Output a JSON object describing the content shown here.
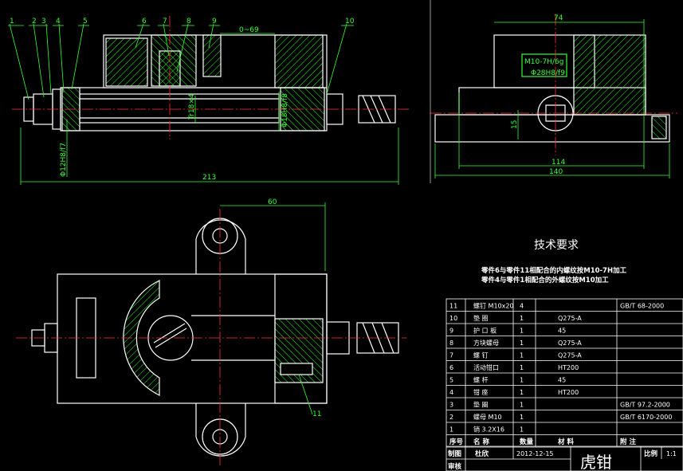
{
  "drawing": {
    "title": "虎钳",
    "balloons": [
      "1",
      "2",
      "3",
      "4",
      "5",
      "6",
      "7",
      "8",
      "9",
      "10",
      "11"
    ],
    "dims": {
      "front_overall": "213",
      "front_travel": "0~69",
      "front_fit_left": "Φ12H8/f7",
      "front_thread": "Tr18×4",
      "front_fit_right": "Φ18H8/f8",
      "side_top": "74",
      "side_thread1": "M10-7H/6g",
      "side_thread2": "Φ28H8/f9",
      "side_height": "15",
      "side_inner": "114",
      "side_overall": "140",
      "top_width": "60",
      "top_balloon": "11"
    },
    "requirements": {
      "heading": "技术要求",
      "line1": "零件6与零件11相配合的内螺纹按M10-7H加工",
      "line2": "零件4与零件1相配合的外螺纹按M10加工"
    },
    "bom": [
      {
        "no": "11",
        "name": "螺钉  M10x20",
        "qty": "4",
        "mat": "",
        "std": "GB/T  68-2000"
      },
      {
        "no": "10",
        "name": "垫    圈",
        "qty": "1",
        "mat": "Q275-A",
        "std": ""
      },
      {
        "no": "9",
        "name": "护 口 板",
        "qty": "1",
        "mat": "45",
        "std": ""
      },
      {
        "no": "8",
        "name": "方块螺母",
        "qty": "1",
        "mat": "Q275-A",
        "std": ""
      },
      {
        "no": "7",
        "name": "螺    钉",
        "qty": "1",
        "mat": "Q275-A",
        "std": ""
      },
      {
        "no": "6",
        "name": "活动钳口",
        "qty": "1",
        "mat": "HT200",
        "std": ""
      },
      {
        "no": "5",
        "name": "螺    杆",
        "qty": "1",
        "mat": "45",
        "std": ""
      },
      {
        "no": "4",
        "name": "钳    座",
        "qty": "1",
        "mat": "HT200",
        "std": ""
      },
      {
        "no": "3",
        "name": "垫    圈",
        "qty": "1",
        "mat": "",
        "std": "GB/T  97.2-2000"
      },
      {
        "no": "2",
        "name": "螺母  M10",
        "qty": "1",
        "mat": "",
        "std": "GB/T  6170-2000"
      },
      {
        "no": "1",
        "name": "销  3.2X16",
        "qty": "1",
        "mat": "",
        "std": ""
      }
    ],
    "bom_header": {
      "no": "序号",
      "name": "名    称",
      "qty": "数量",
      "mat": "材     料",
      "std": "附    注"
    },
    "titleblock": {
      "drawn_label": "制图",
      "drawn_by": "杜欣",
      "date": "2012-12-15",
      "check_label": "审核",
      "scale_label": "比例",
      "scale": "1:1"
    }
  }
}
